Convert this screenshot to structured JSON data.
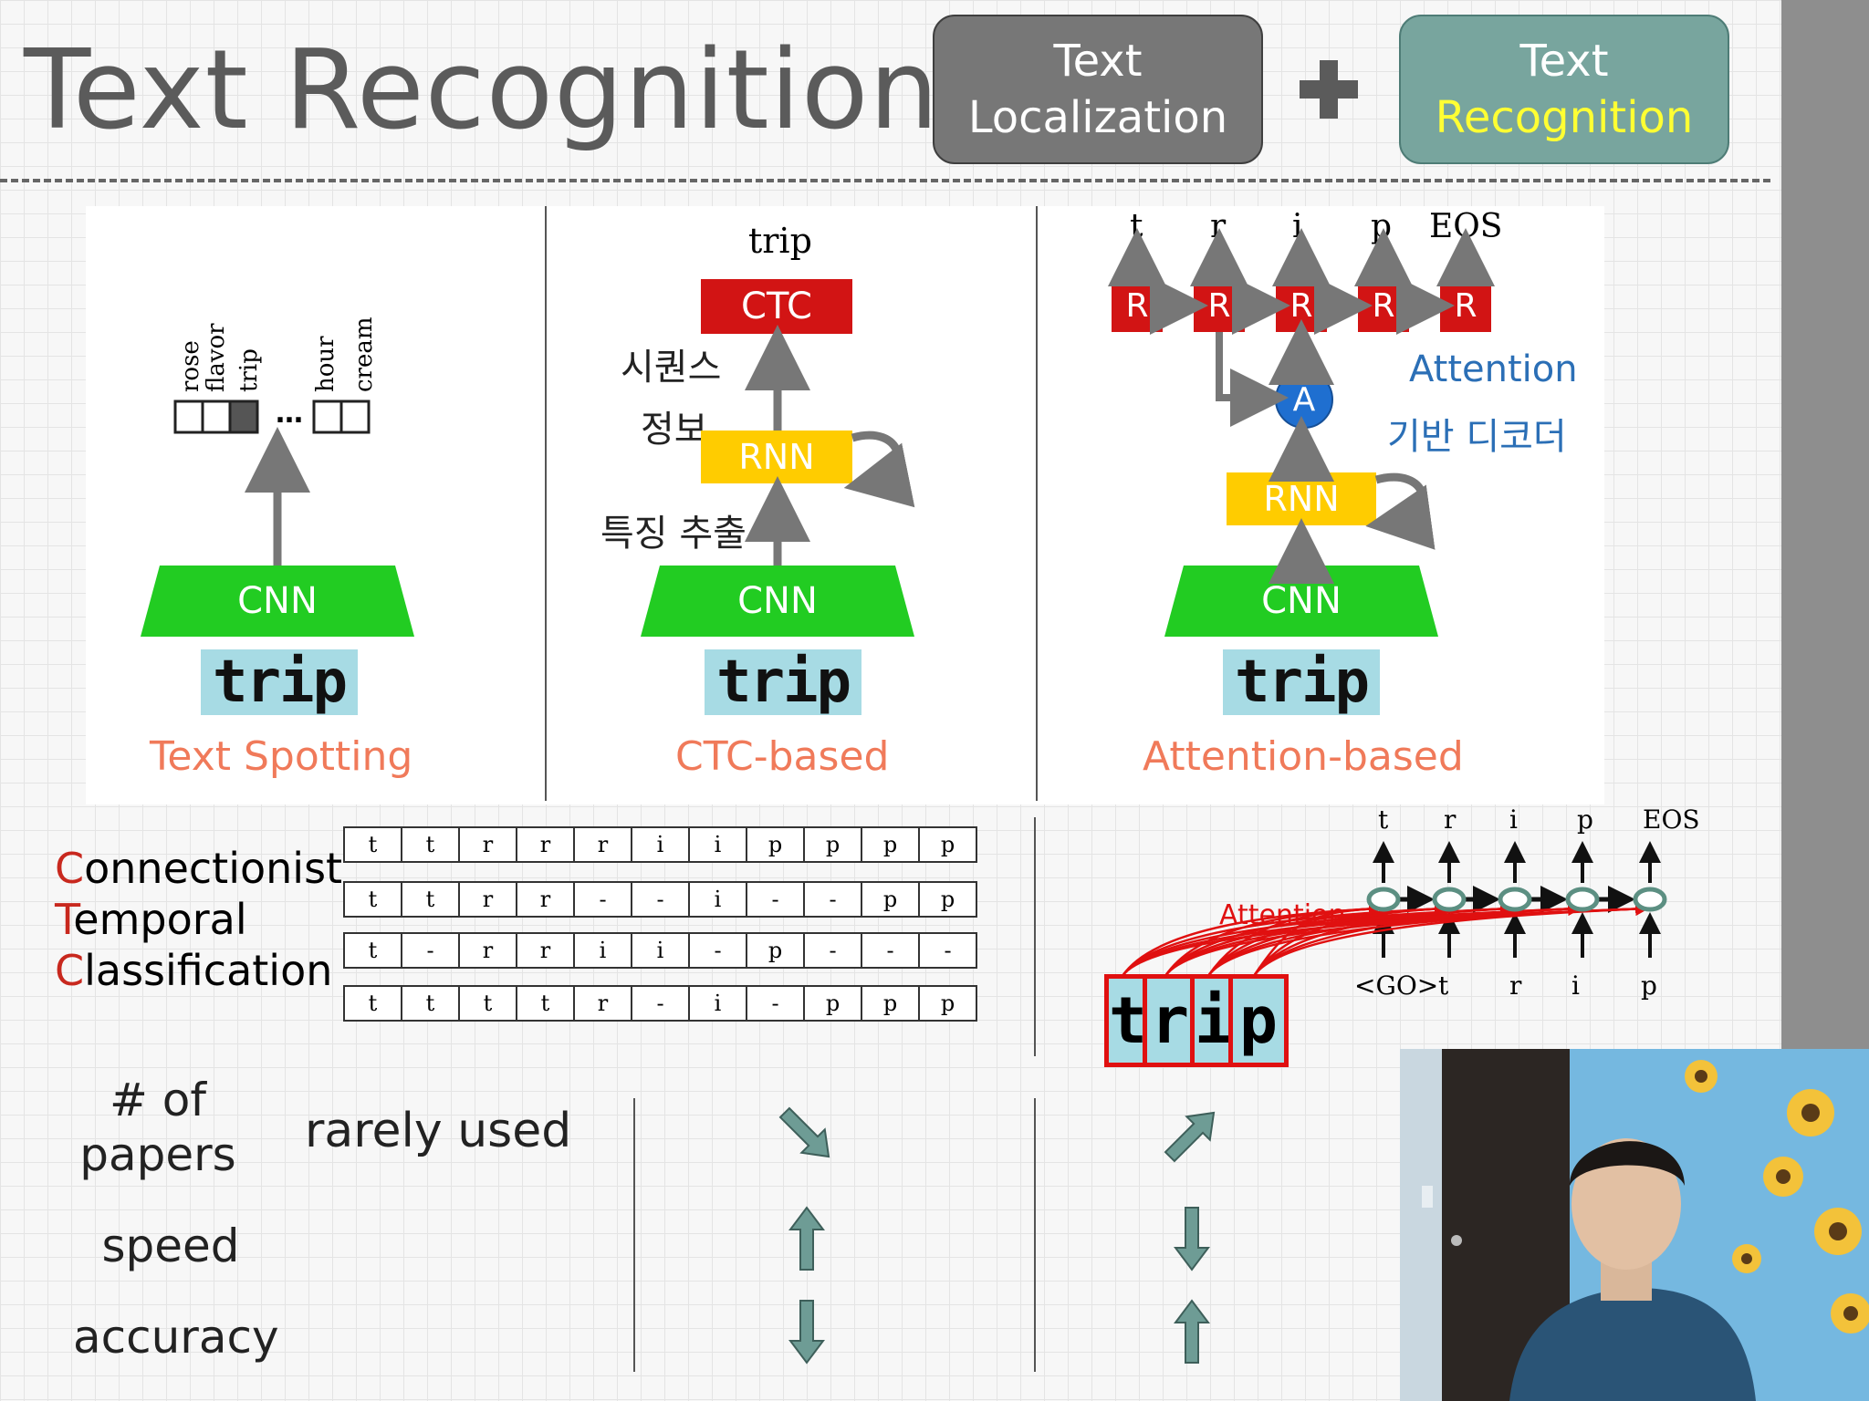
{
  "title": "Text Recognition",
  "header": {
    "localization": [
      "Text",
      "Localization"
    ],
    "recognition": [
      "Text",
      "Recognition"
    ]
  },
  "panels": {
    "spotting": {
      "word_labels": [
        "rose",
        "flavor",
        "trip",
        "hour",
        "cream"
      ],
      "ellipsis": "…",
      "cnn": "CNN",
      "image_word": "trip",
      "caption": "Text Spotting"
    },
    "ctc": {
      "output": "trip",
      "ctc": "CTC",
      "seq_info": [
        "시퀀스",
        "정보"
      ],
      "rnn": "RNN",
      "feature": "특징 추출",
      "cnn": "CNN",
      "image_word": "trip",
      "caption": "CTC-based"
    },
    "attention": {
      "outputs": [
        "t",
        "r",
        "i",
        "p",
        "EOS"
      ],
      "r_label": "R",
      "a_label": "A",
      "note": [
        "Attention",
        "기반 디코더"
      ],
      "rnn": "RNN",
      "cnn": "CNN",
      "image_word": "trip",
      "caption": "Attention-based"
    }
  },
  "ctc_section": {
    "label_lines": [
      {
        "cap": "C",
        "rest": "onnectionist"
      },
      {
        "cap": "T",
        "rest": "emporal"
      },
      {
        "cap": "C",
        "rest": "lassification"
      }
    ],
    "rows": [
      [
        "t",
        "t",
        "r",
        "r",
        "r",
        "i",
        "i",
        "p",
        "p",
        "p",
        "p"
      ],
      [
        "t",
        "t",
        "r",
        "r",
        "-",
        "-",
        "i",
        "-",
        "-",
        "p",
        "p"
      ],
      [
        "t",
        "-",
        "r",
        "r",
        "i",
        "i",
        "-",
        "p",
        "-",
        "-",
        "-"
      ],
      [
        "t",
        "t",
        "t",
        "t",
        "r",
        "-",
        "i",
        "-",
        "p",
        "p",
        "p"
      ]
    ]
  },
  "attn_section": {
    "outputs": [
      "t",
      "r",
      "i",
      "p",
      "EOS"
    ],
    "inputs": [
      "<GO>",
      "t",
      "r",
      "i",
      "p"
    ],
    "attention_label": "Attention",
    "letters": [
      "t",
      "r",
      "i",
      "p"
    ]
  },
  "comparison": {
    "rows": [
      "# of papers",
      "speed",
      "accuracy"
    ],
    "rarely_used": "rarely used",
    "ctc": [
      "down-right",
      "up",
      "down"
    ],
    "attention": [
      "up-right",
      "down",
      "up"
    ]
  },
  "colors": {
    "green": "#22cc22",
    "red": "#d21414",
    "yellow": "#ffcc00",
    "teal": "#78a59e",
    "blue": "#1f6fd0",
    "arrow_teal": "#6e9c95"
  }
}
